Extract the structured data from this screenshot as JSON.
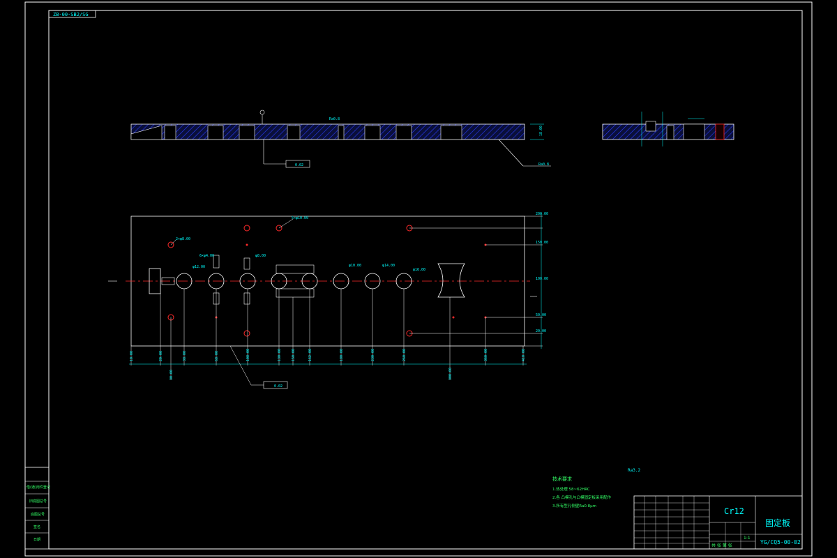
{
  "colors": {
    "background": "#000000",
    "border": "#ffffff",
    "dimension": "#00ffff",
    "hole": "#ff2a2a",
    "hatch": "#2a3cff",
    "note": "#33ff66"
  },
  "drawing_code_tag": "ZB-00-SB2/SG",
  "title_block": {
    "material": "Cr12",
    "part_name": "固定板",
    "drawing_number": "YG/CQ5-00-02",
    "scale": "1:1",
    "sheet": "共 张 第 张"
  },
  "tech_requirements": {
    "title": "技术要求",
    "lines": [
      "1.热处理 58~62HRC",
      "2.各 凸模孔与凸模固定板采用配作",
      "3.所有型孔侧壁Ra0.8μm"
    ]
  },
  "roughness_other": "Ra3.2",
  "side_labels": [
    "借(通)用件登记",
    "旧底图总号",
    "底图总号",
    "签名",
    "日期"
  ],
  "section_views": {
    "roughness_top": "Ra0.8",
    "flatness_callout": "0.02",
    "roughness_right": "Ra0.8",
    "thickness": "18.00"
  },
  "plan_view": {
    "parallel_callout": "0.02",
    "hole_labels": [
      "2×φ8.00",
      "5×φ10.00",
      "6×φ4.00",
      "φ8.00",
      "φ12.00",
      "φ10.00",
      "φ14.00",
      "φ16.00"
    ],
    "right_dims": [
      "200.00",
      "150.00",
      "100.00",
      "50.00",
      "20.00"
    ],
    "bottom_dims": [
      "10.00",
      "20.00",
      "30.00",
      "38.00",
      "68.00",
      "108.00",
      "130.00",
      "150.00",
      "162.00",
      "180.00",
      "230.00",
      "260.00",
      "300.00",
      "360.00",
      "410.00"
    ]
  }
}
